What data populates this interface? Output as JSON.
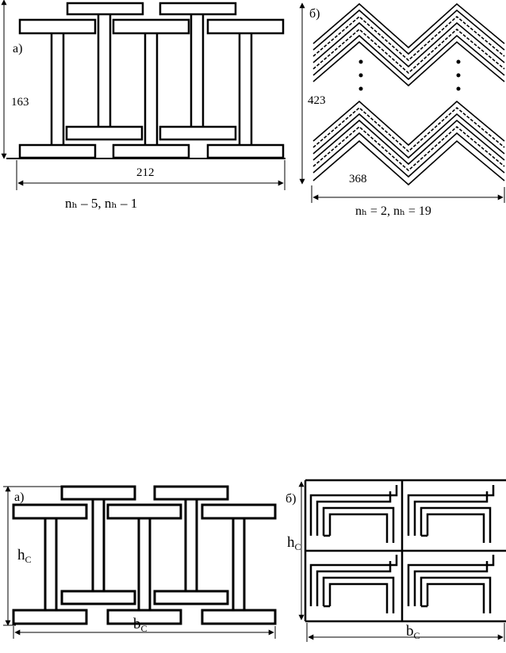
{
  "top": {
    "left": {
      "label": "а)",
      "height_value": "163",
      "width_value": "212",
      "caption": "nₕ – 5, nₕ – 1"
    },
    "right": {
      "label": "б)",
      "height_value": "423",
      "width_value": "368",
      "caption": "nₕ = 2, nₕ = 19"
    }
  },
  "bottom": {
    "left": {
      "label": "а)",
      "height_main": "h",
      "height_sub": "C",
      "width_main": "b",
      "width_sub": "C"
    },
    "right": {
      "label": "б)",
      "height_main": "h",
      "height_sub": "C",
      "width_main": "b",
      "width_sub": "C"
    }
  }
}
